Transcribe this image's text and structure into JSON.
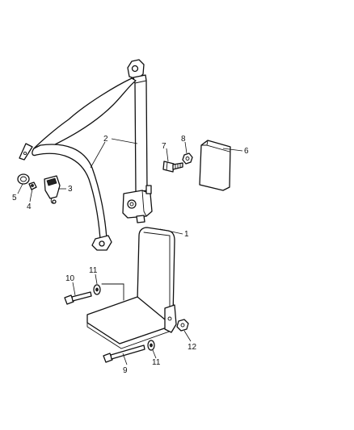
{
  "callouts": {
    "c1": "1",
    "c2": "2",
    "c3": "3",
    "c4": "4",
    "c5": "5",
    "c6": "6",
    "c7": "7",
    "c8": "8",
    "c9": "9",
    "c10": "10",
    "c11a": "11",
    "c11b": "11",
    "c12": "12"
  }
}
